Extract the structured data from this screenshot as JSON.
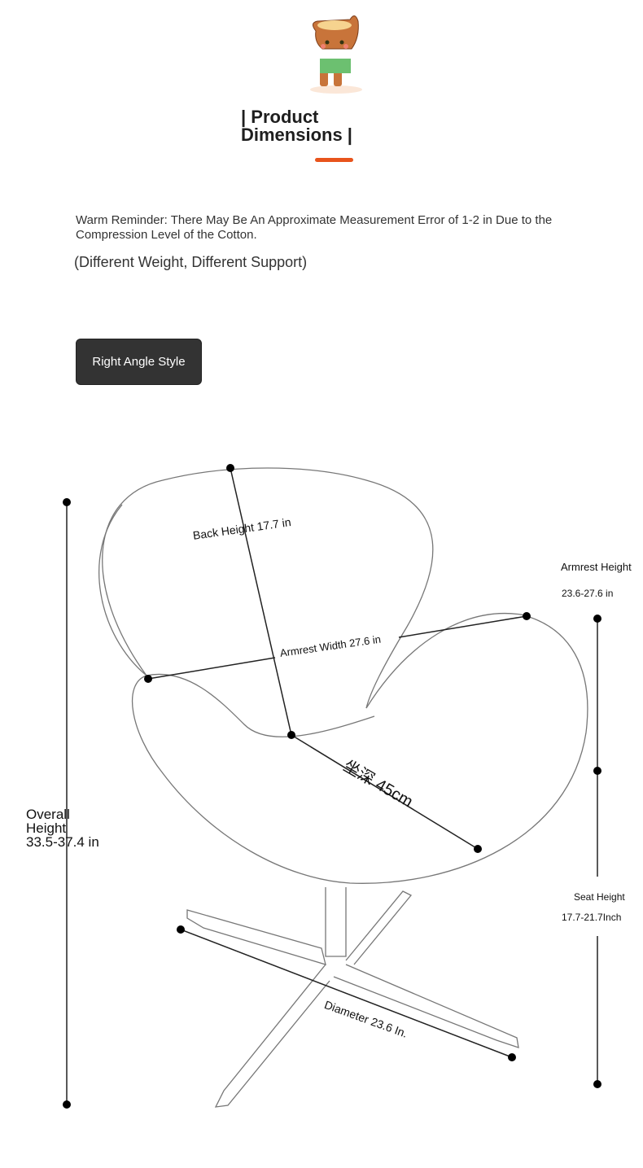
{
  "header": {
    "title_line1": "| Product",
    "title_line2": "Dimensions |",
    "accent": "#e8541c"
  },
  "reminder": "Warm Reminder: There May Be An Approximate Measurement Error of 1-2 in Due to the Compression Level of the Cotton.",
  "subtitle": "(Different Weight, Different Support)",
  "style_button": "Right Angle Style",
  "dimensions": {
    "back_height": "Back Height 17.7 in",
    "armrest_width": "Armrest Width 27.6 in",
    "seat_depth": "坐深 45cm",
    "diameter": "Diameter 23.6 In.",
    "overall_label1": "Overall",
    "overall_label2": "Height",
    "overall_value": "33.5-37.4 in",
    "armrest_height_label": "Armrest Height",
    "armrest_height_value": "23.6-27.6 in",
    "seat_height_label": "Seat Height",
    "seat_height_value": "17.7-21.7Inch"
  }
}
